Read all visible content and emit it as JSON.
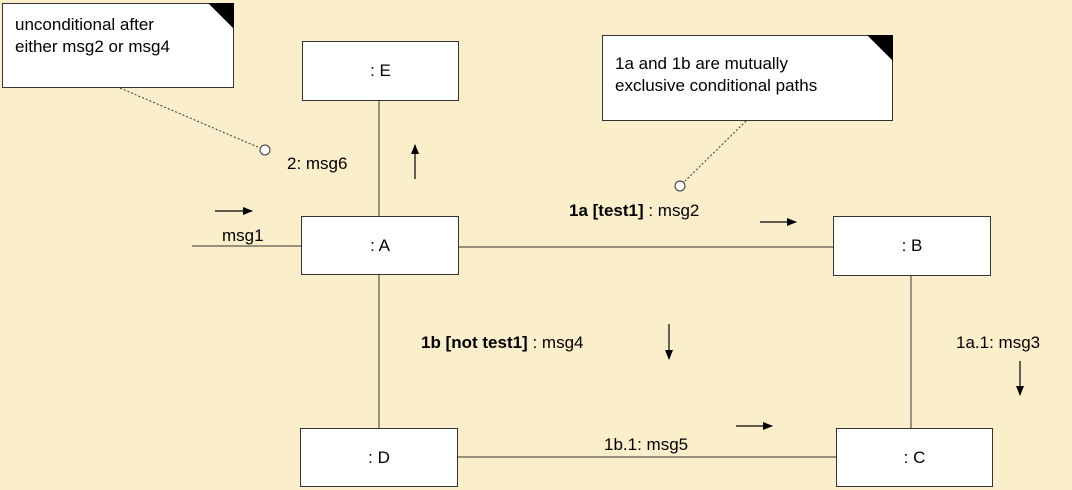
{
  "objects": {
    "e": ": E",
    "a": ": A",
    "b": ": B",
    "c": ": C",
    "d": ": D"
  },
  "notes": {
    "unconditional_line1": "unconditional after",
    "unconditional_line2": "either msg2 or msg4",
    "exclusive_line1": "1a and 1b are mutually",
    "exclusive_line2": "exclusive conditional paths"
  },
  "messages": {
    "msg1": "msg1",
    "msg6": "2: msg6",
    "msg2_prefix": "1a [test1]",
    "msg2_suffix": " :  msg2",
    "msg4_prefix": "1b [not test1]",
    "msg4_suffix": " : msg4",
    "msg3": "1a.1: msg3",
    "msg5": "1b.1: msg5"
  }
}
